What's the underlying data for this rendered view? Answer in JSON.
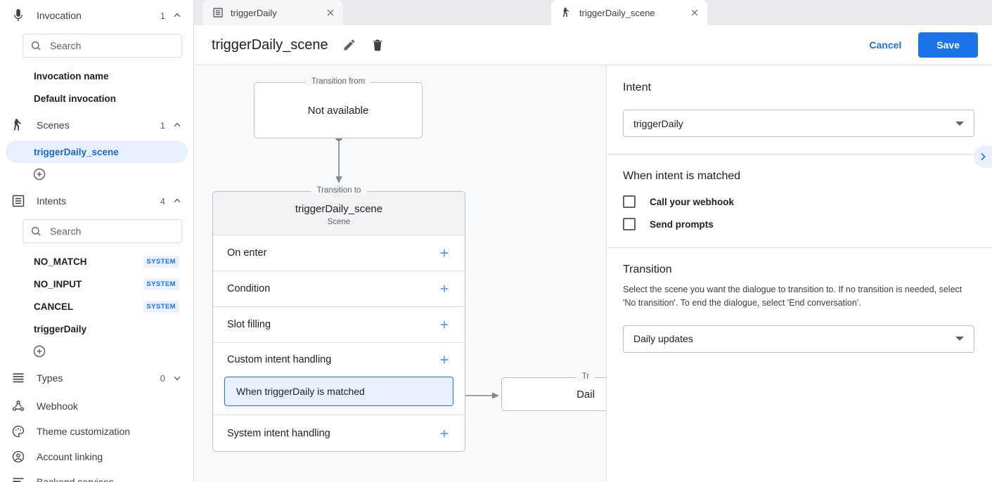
{
  "sidebar": {
    "sections": [
      {
        "icon": "microphone-icon",
        "label": "Invocation",
        "count": "1",
        "expanded": true
      },
      {
        "icon": "scenes-icon",
        "label": "Scenes",
        "count": "1",
        "expanded": true
      },
      {
        "icon": "intents-icon",
        "label": "Intents",
        "count": "4",
        "expanded": true
      },
      {
        "icon": "types-icon",
        "label": "Types",
        "count": "0",
        "expanded": false
      }
    ],
    "invocation_search_placeholder": "Search",
    "invocation_items": [
      {
        "label": "Invocation name"
      },
      {
        "label": "Default invocation"
      }
    ],
    "scene_items": [
      {
        "label": "triggerDaily_scene",
        "selected": true
      }
    ],
    "intents_search_placeholder": "Search",
    "intent_items": [
      {
        "label": "NO_MATCH",
        "badge": "SYSTEM"
      },
      {
        "label": "NO_INPUT",
        "badge": "SYSTEM"
      },
      {
        "label": "CANCEL",
        "badge": "SYSTEM"
      },
      {
        "label": "triggerDaily",
        "badge": ""
      }
    ],
    "leaf_items": [
      {
        "icon": "webhook-icon",
        "label": "Webhook"
      },
      {
        "icon": "palette-icon",
        "label": "Theme customization"
      },
      {
        "icon": "account-icon",
        "label": "Account linking"
      },
      {
        "icon": "backend-icon",
        "label": "Backend services"
      }
    ]
  },
  "tabs": [
    {
      "icon": "intent-icon",
      "label": "triggerDaily",
      "active": false
    },
    {
      "icon": "scene-icon",
      "label": "triggerDaily_scene",
      "active": true
    }
  ],
  "header": {
    "title": "triggerDaily_scene",
    "edit_icon": "pencil-icon",
    "delete_icon": "trash-icon",
    "cancel_label": "Cancel",
    "save_label": "Save"
  },
  "canvas": {
    "transition_from_legend": "Transition from",
    "transition_from_value": "Not available",
    "transition_to_legend": "Transition to",
    "scene_title": "triggerDaily_scene",
    "scene_subtitle": "Scene",
    "rows": [
      {
        "label": "On enter"
      },
      {
        "label": "Condition"
      },
      {
        "label": "Slot filling"
      },
      {
        "label": "Custom intent handling"
      },
      {
        "label": "System intent handling"
      }
    ],
    "handler_chip": "When triggerDaily is matched",
    "target_legend": "Tr",
    "target_value": "Dail"
  },
  "right_panel": {
    "intent_heading": "Intent",
    "intent_value": "triggerDaily",
    "when_matched_heading": "When intent is matched",
    "checkboxes": [
      {
        "label": "Call your webhook",
        "checked": false
      },
      {
        "label": "Send prompts",
        "checked": false
      }
    ],
    "transition_heading": "Transition",
    "transition_desc": "Select the scene you want the dialogue to transition to. If no transition is needed, select 'No transition'. To end the dialogue, select 'End conversation'.",
    "transition_value": "Daily updates",
    "collapse_icon": "chevron-right-icon"
  },
  "colors": {
    "accent": "#1a73e8",
    "accent_soft": "#e8f0fe",
    "canvas_bg": "#f8f9fa",
    "tabbar_bg": "#e8eaed",
    "border": "#dadce0"
  }
}
